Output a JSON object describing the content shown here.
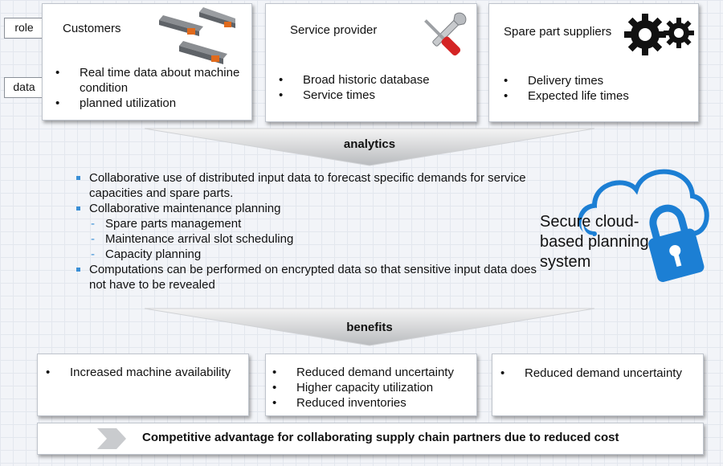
{
  "tags": {
    "role": "role",
    "data": "data"
  },
  "roles": [
    {
      "title": "Customers",
      "icon": "machine-icon",
      "items": [
        "Real time data about machine condition",
        "planned utilization"
      ]
    },
    {
      "title": "Service provider",
      "icon": "wrench-screwdriver-icon",
      "items": [
        "Broad historic database",
        "Service times"
      ]
    },
    {
      "title": "Spare part suppliers",
      "icon": "gears-icon",
      "items": [
        "Delivery times",
        "Expected life times"
      ]
    }
  ],
  "analytics": {
    "label": "analytics",
    "items": [
      {
        "level": 1,
        "text": "Collaborative use of distributed input data to forecast specific demands for service capacities and spare parts."
      },
      {
        "level": 1,
        "text": "Collaborative maintenance planning"
      },
      {
        "level": 2,
        "text": "Spare parts management"
      },
      {
        "level": 2,
        "text": "Maintenance arrival slot scheduling"
      },
      {
        "level": 2,
        "text": "Capacity planning"
      },
      {
        "level": 1,
        "text": "Computations can be performed on encrypted data so that sensitive input data does not  have to be revealed"
      }
    ]
  },
  "cloud": {
    "text": "Secure cloud-based planning system",
    "icon": "cloud-lock-icon",
    "color": "#1c7fd4"
  },
  "benefits": {
    "label": "benefits",
    "boxes": [
      [
        "Increased machine availability"
      ],
      [
        "Reduced demand uncertainty",
        "Higher capacity utilization",
        "Reduced inventories"
      ],
      [
        "Reduced demand uncertainty"
      ]
    ]
  },
  "footer": {
    "text": "Competitive advantage for collaborating supply chain partners due to reduced cost",
    "icon": "chevron-right-icon"
  }
}
